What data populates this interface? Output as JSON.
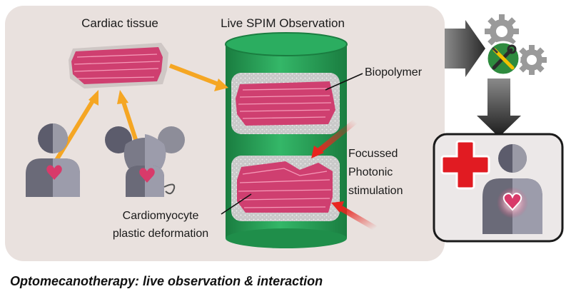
{
  "labels": {
    "cardiac_tissue": "Cardiac tissue",
    "live_spim": "Live SPIM Observation",
    "biopolymer": "Biopolymer",
    "focussed_1": "Focussed",
    "focussed_2": "Photonic",
    "focussed_3": "stimulation",
    "cardiomyocyte_1": "Cardiomyocyte",
    "cardiomyocyte_2": "plastic deformation"
  },
  "caption": "Optomecanotherapy: live observation & interaction",
  "icons": {
    "gear": "gear-icon",
    "tools": "wrench-screwdriver-icon",
    "medical_cross": "red-cross-icon",
    "heart": "heart-icon",
    "human": "human-silhouette-icon",
    "mouse": "mouse-silhouette-icon"
  },
  "colors": {
    "panel_bg": "#e9e1de",
    "cylinder": "#27a35a",
    "tissue": "#cf3f70",
    "arrow_orange": "#f5a623",
    "arrow_red": "#e8251f",
    "cross_red": "#e11b22",
    "gear_grey": "#8c8c8c",
    "silhouette": "#6a6a78"
  }
}
